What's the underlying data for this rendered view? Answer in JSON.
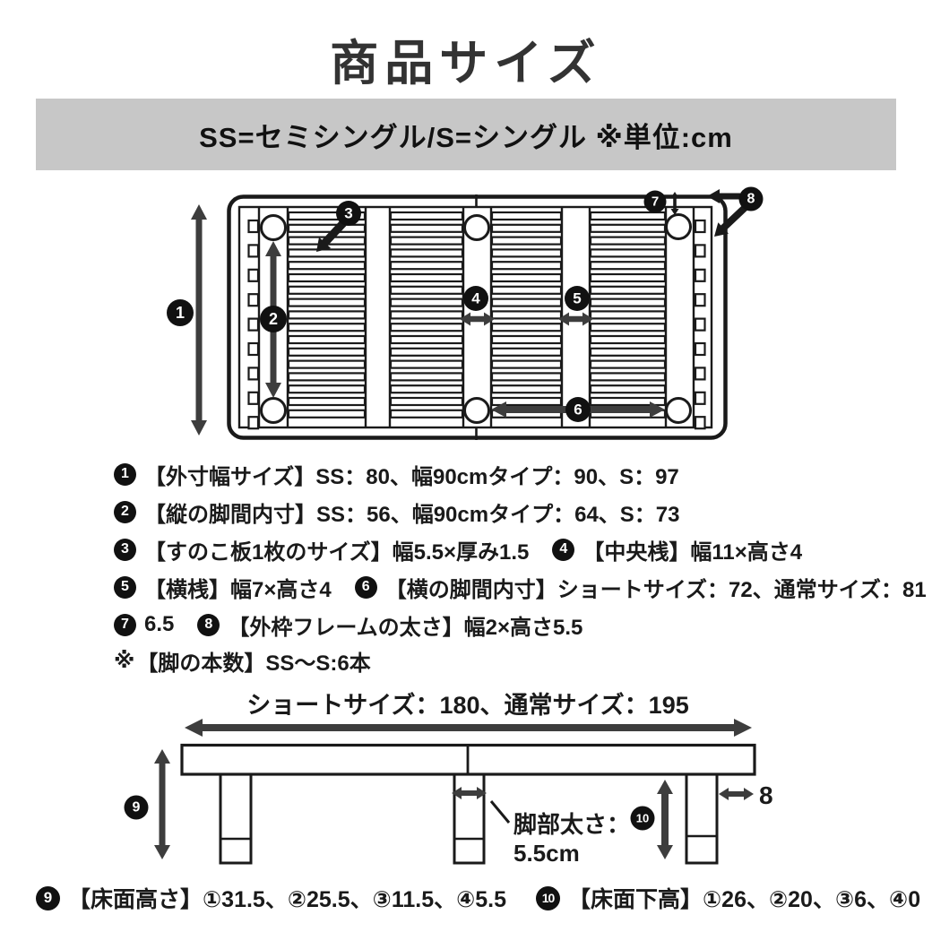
{
  "page": {
    "title": "商品サイズ"
  },
  "banner": {
    "text": "SS=セミシングル/S=シングル ※単位:cm",
    "bg_color": "#c7c7c7"
  },
  "colors": {
    "ink": "#1a1a1a",
    "arrow": "#3d3d3d",
    "banner_bg": "#c7c7c7",
    "badge_bg": "#111111"
  },
  "top_diagram": {
    "markers": {
      "m1": "1",
      "m2": "2",
      "m3": "3",
      "m4": "4",
      "m5": "5",
      "m6": "6",
      "m7": "7",
      "m8": "8"
    }
  },
  "spec_list": {
    "lines": [
      {
        "b1": "1",
        "t1": "【外寸幅サイズ】SS：80、幅90cmタイプ：90、S：97"
      },
      {
        "b1": "2",
        "t1": "【縦の脚間内寸】SS：56、幅90cmタイプ：64、S：73"
      },
      {
        "b1": "3",
        "t1": "【すのこ板1枚のサイズ】幅5.5×厚み1.5",
        "b2": "4",
        "t2": "【中央桟】幅11×高さ4"
      },
      {
        "b1": "5",
        "t1": "【横桟】幅7×高さ4",
        "b2": "6",
        "t2": "【横の脚間内寸】ショートサイズ：72、通常サイズ：81"
      },
      {
        "b1": "7",
        "t1": "6.5",
        "b2": "8",
        "t2": "【外枠フレームの太さ】幅2×高さ5.5"
      },
      {
        "prefix": "※",
        "t1": "【脚の本数】SS〜S:6本"
      }
    ]
  },
  "bottom_diagram": {
    "length_label": "ショートサイズ：180、通常サイズ：195",
    "leg_note_line1": "脚部太さ：",
    "leg_note_line2": "5.5cm",
    "right_gap_value": "8",
    "markers": {
      "m9": "9",
      "m10": "10"
    }
  },
  "bottom_notes": {
    "left": {
      "badge": "9",
      "text": "【床面高さ】①31.5、②25.5、③11.5、④5.5"
    },
    "right": {
      "badge": "10",
      "text": "【床面下高】①26、②20、③6、④0"
    }
  }
}
